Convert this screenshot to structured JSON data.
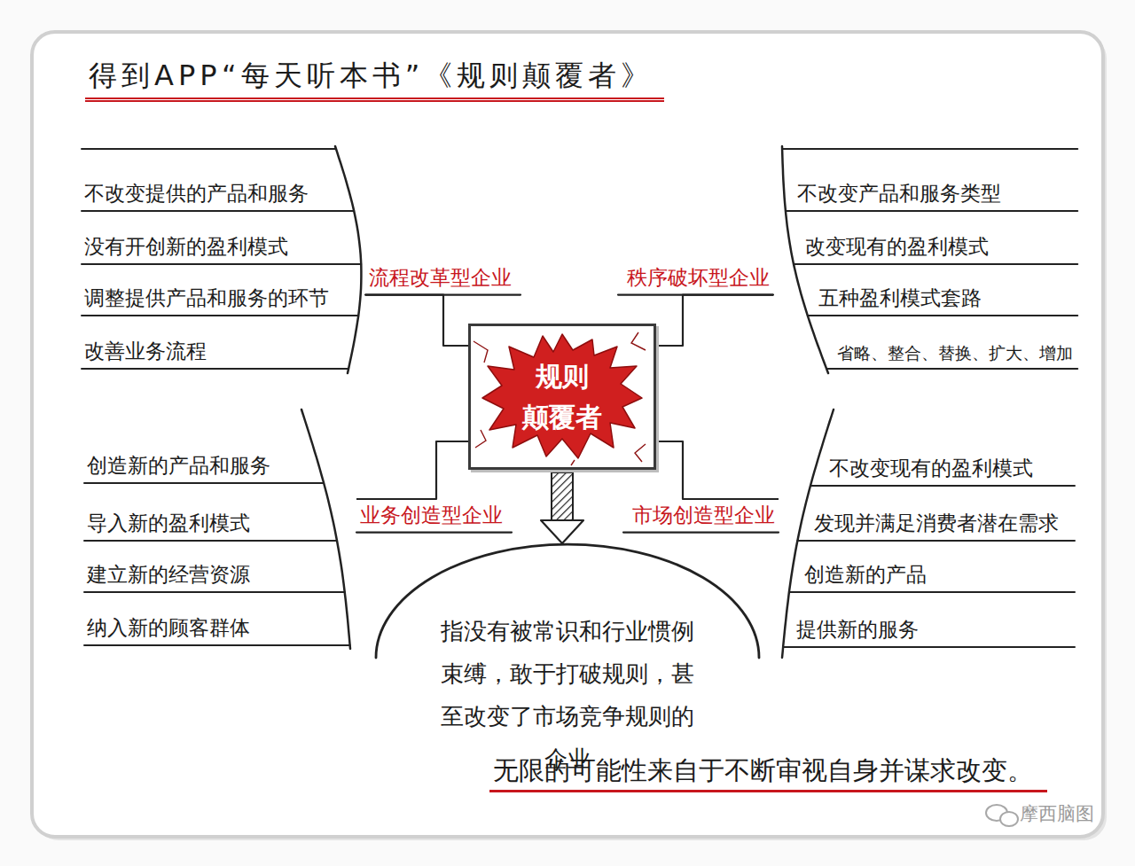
{
  "diagram": {
    "title": "得到APP“每天听本书”《规则颠覆者》",
    "caption": "无限的可能性来自于不断审视自身并谋求改变。",
    "nodes": [
      {
        "text": [
          "流程改革型企业",
          "不改变提供的产品和服务",
          "没有开创新的盈利模式",
          "调整提供产品和服务的环节",
          "改善业务流程"
        ]
      },
      {
        "text": [
          "秩序破坏型企业",
          "不改变产品和服务类型",
          "改变现有的盈利模式",
          "五种盈利模式套路",
          "省略、整合、替换、扩大、增加"
        ]
      },
      {
        "text": [
          "规则 颠覆者"
        ]
      },
      {
        "text": [
          "业务创造型企业",
          "创造新的产品和服务",
          "导入新的盈利模式",
          "建立新的经营资源",
          "纳入新的顾客群体"
        ]
      },
      {
        "text": [
          "市场创造型企业",
          "不改变现有的盈利模式",
          "发现并满足消费者潜在需求",
          "创造新的产品",
          "提供新的服务"
        ]
      },
      {
        "text": [
          "指没有被常识和行业惯例束缚，敢于打破规则，甚至改变了市场竞争规则的企业"
        ]
      }
    ],
    "edges": [
      {
        "from": 2,
        "to": 0,
        "arrow": "none"
      },
      {
        "from": 2,
        "to": 1,
        "arrow": "none"
      },
      {
        "from": 2,
        "to": 3,
        "arrow": "none"
      },
      {
        "from": 2,
        "to": 4,
        "arrow": "none"
      },
      {
        "from": 2,
        "to": 5,
        "arrow": "to"
      }
    ],
    "labels": [
      "摩西脑图"
    ]
  }
}
